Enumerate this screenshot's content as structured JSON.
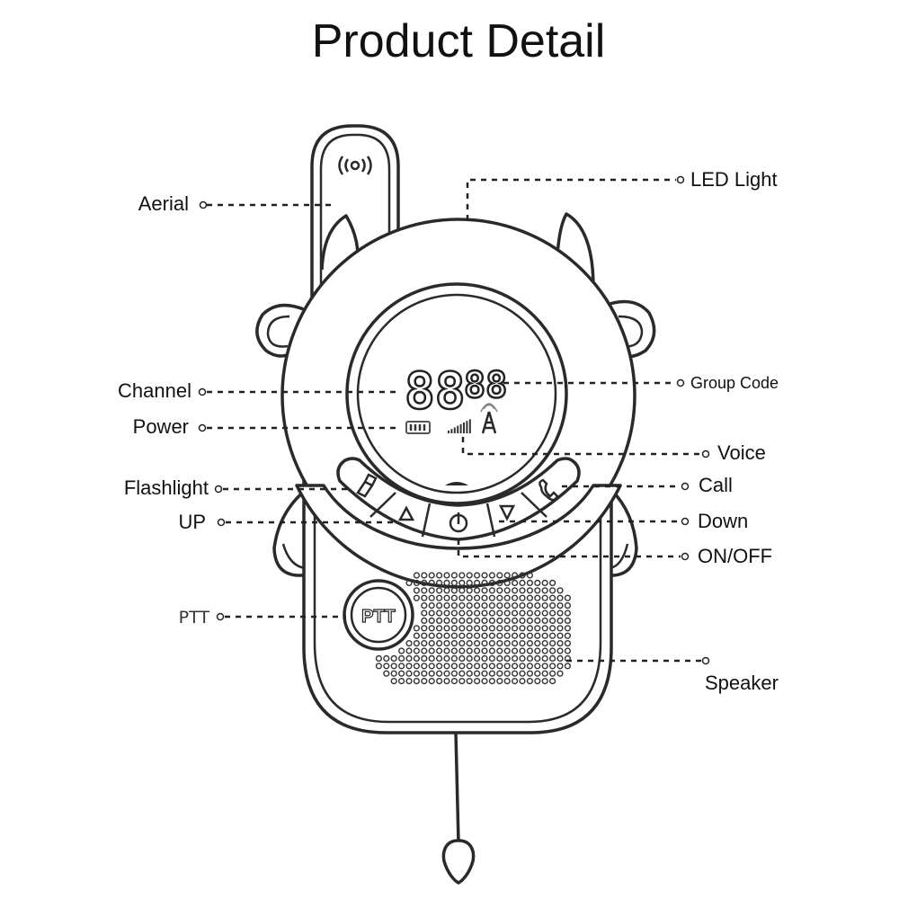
{
  "title": "Product Detail",
  "display": {
    "channel_digits": "88",
    "group_digits": "88"
  },
  "ptt_button_text": "PTT",
  "labels": {
    "aerial": "Aerial",
    "led_light": "LED Light",
    "channel": "Channel",
    "group_code": "Group Code",
    "power": "Power",
    "voice": "Voice",
    "flashlight": "Flashlight",
    "call": "Call",
    "up": "UP",
    "down": "Down",
    "on_off": "ON/OFF",
    "ptt": "PTT",
    "speaker": "Speaker"
  },
  "icons": [
    "signal-wave-icon",
    "battery-icon",
    "signal-bars-icon",
    "antenna-tower-icon",
    "flashlight-icon",
    "up-triangle-icon",
    "power-icon",
    "down-triangle-icon",
    "phone-icon"
  ]
}
